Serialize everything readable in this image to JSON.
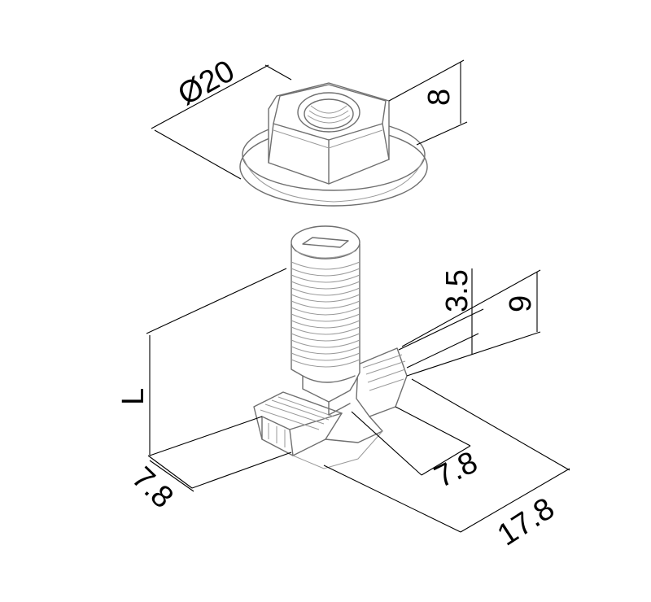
{
  "drawing": {
    "dimensions": {
      "flange_diameter": "Ø20",
      "nut_height": "8",
      "head_height": "3.5",
      "neck_height": "9",
      "bolt_length": "L",
      "head_width": "7.8",
      "neck_width": "7.8",
      "head_length": "17.8"
    },
    "line_color": "#000000",
    "part_color": "#6f6f6f"
  }
}
